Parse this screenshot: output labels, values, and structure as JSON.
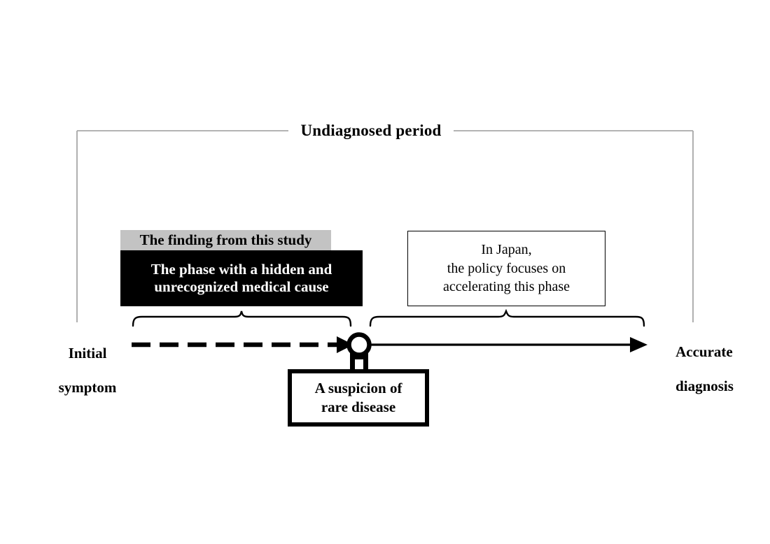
{
  "figure": {
    "type": "process-timeline-diagram",
    "background_color": "#ffffff",
    "title": "Undiagnosed period"
  },
  "frame": {
    "label": "Undiagnosed period",
    "line_color": "#a8a8a8"
  },
  "annotations": {
    "finding_banner": {
      "text": "The finding from this study",
      "background_color": "#c3c3c3",
      "text_color": "#000000"
    },
    "phase_box": {
      "line1": "The phase with a hidden and",
      "line2": "unrecognized medical cause",
      "background_color": "#000000",
      "text_color": "#ffffff"
    },
    "japan_box": {
      "line1": "In Japan,",
      "line2": "the policy focuses on",
      "line3": "accelerating this phase",
      "background_color": "#ffffff",
      "text_color": "#000000",
      "border_color": "#000000"
    },
    "suspicion_box": {
      "line1": "A suspicion of",
      "line2": "rare disease",
      "background_color": "#ffffff",
      "text_color": "#000000",
      "border_color": "#000000"
    }
  },
  "timeline": {
    "start_label_line1": "Initial",
    "start_label_line2": "symptom",
    "end_label_line1": "Accurate",
    "end_label_line2": "diagnosis",
    "segment_1_style": "dashed-arrow",
    "segment_2_style": "solid-arrow",
    "midpoint_marker": "circle-node",
    "line_color": "#000000"
  },
  "chart_data": {
    "type": "table",
    "title": "Undiagnosed period",
    "categories": [
      "Initial symptom",
      "A suspicion of rare disease",
      "Accurate diagnosis"
    ],
    "segments": [
      {
        "name": "The phase with a hidden and unrecognized medical cause",
        "from": "Initial symptom",
        "to": "A suspicion of rare disease",
        "style": "dashed",
        "note": "The finding from this study"
      },
      {
        "name": "In Japan, the policy focuses on accelerating this phase",
        "from": "A suspicion of rare disease",
        "to": "Accurate diagnosis",
        "style": "solid",
        "note": ""
      }
    ],
    "xlabel": "",
    "ylabel": "",
    "legend": []
  }
}
